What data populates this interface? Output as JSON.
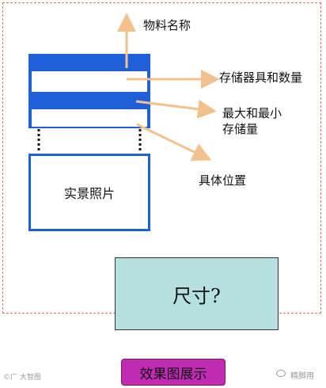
{
  "labels": {
    "material_name": "物料名称",
    "stock_qty": "存储器具和数量",
    "max_min_line1": "最大和最小",
    "max_min_line2": "存储量",
    "location": "具体位置"
  },
  "photo_label": "实景照片",
  "size_label": "尺寸?",
  "caption": "效果图展示",
  "watermark_left": "©广 大智图",
  "watermark_right": "精脚用",
  "colors": {
    "card_blue": "#1f5fd8",
    "arrow": "#f3c18d",
    "frame_dash": "#d07a55",
    "size_box": "#b6dfe0",
    "caption_bg": "#c12bb3"
  }
}
